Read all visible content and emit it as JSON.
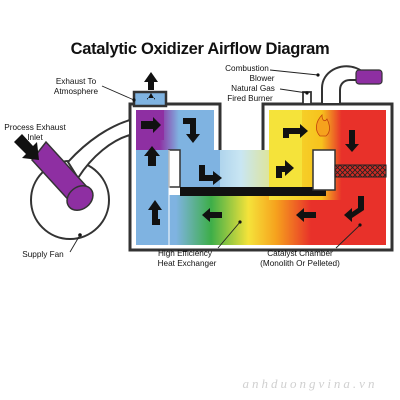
{
  "diagram": {
    "title": "Catalytic Oxidizer Airflow Diagram",
    "labels": {
      "exhaust_to_atmosphere": [
        "Exhaust To",
        "Atmosphere"
      ],
      "process_exhaust_inlet": [
        "Process Exhaust",
        "Inlet"
      ],
      "supply_fan": "Supply Fan",
      "combustion_blower": [
        "Combustion",
        "Blower"
      ],
      "natural_gas_burner": [
        "Natural Gas",
        "Fired Burner"
      ],
      "heat_exchanger": [
        "High Efficiency",
        "Heat Exchanger"
      ],
      "catalyst_chamber": [
        "Catalyst Chamber",
        "(Monolith Or Pelleted)"
      ]
    },
    "watermark": "anhduongvina.vn",
    "colors": {
      "blue": "#7fb3e1",
      "purple": "#8e2fa2",
      "green": "#3dae49",
      "yellow": "#f7e23a",
      "orange": "#f6a21d",
      "red": "#e8312a",
      "outline": "#333333"
    }
  }
}
